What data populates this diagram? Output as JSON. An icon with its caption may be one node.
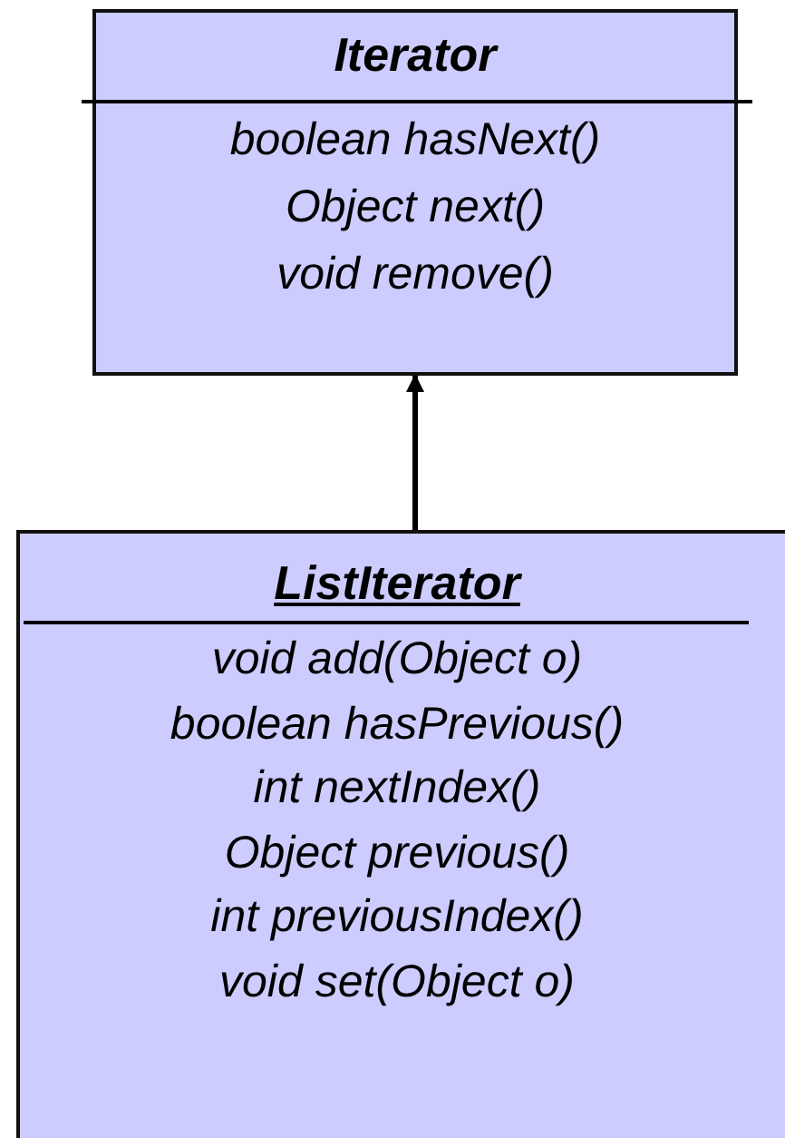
{
  "diagram": {
    "nodes": [
      {
        "text": [
          "Iterator",
          "boolean hasNext()",
          "Object next()",
          "void remove()"
        ]
      },
      {
        "text": [
          "ListIterator",
          "void add(Object o)",
          "boolean hasPrevious()",
          "int nextIndex()",
          "Object previous()",
          "int previousIndex()",
          "void set(Object o)"
        ]
      }
    ],
    "edges": [
      {
        "from": 1,
        "to": 0,
        "arrow": "to"
      }
    ]
  }
}
